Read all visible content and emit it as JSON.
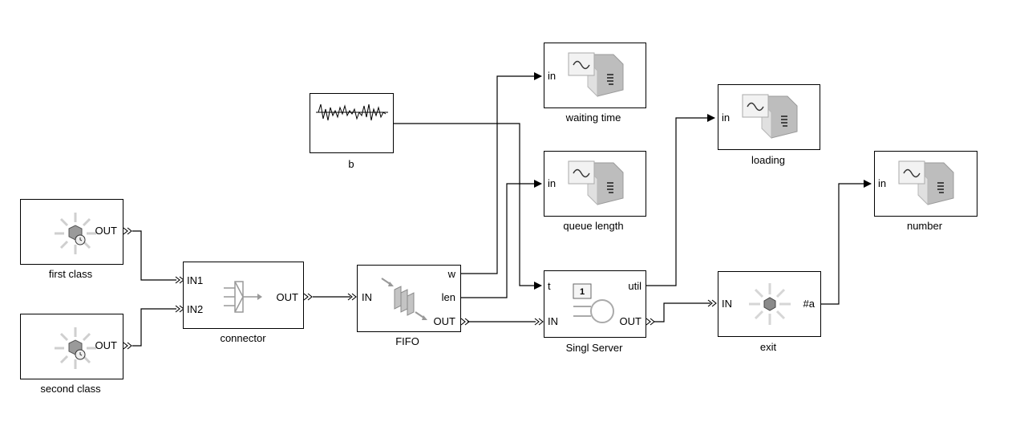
{
  "blocks": {
    "first_class": {
      "label": "first class",
      "out": "OUT"
    },
    "second_class": {
      "label": "second class",
      "out": "OUT"
    },
    "connector": {
      "label": "connector",
      "in1": "IN1",
      "in2": "IN2",
      "out": "OUT"
    },
    "fifo": {
      "label": "FIFO",
      "in": "IN",
      "w": "w",
      "len": "len",
      "out": "OUT"
    },
    "b": {
      "label": "b"
    },
    "waiting_time": {
      "label": "waiting time",
      "in": "in"
    },
    "queue_length": {
      "label": "queue length",
      "in": "in"
    },
    "server": {
      "label": "Singl Server",
      "t": "t",
      "in": "IN",
      "util": "util",
      "out": "OUT",
      "badge": "1"
    },
    "loading": {
      "label": "loading",
      "in": "in"
    },
    "exit": {
      "label": "exit",
      "in": "IN",
      "count": "#a"
    },
    "number": {
      "label": "number",
      "in": "in"
    }
  },
  "icons": {
    "generator": "entity-generator-icon",
    "path_combiner": "path-combiner-icon",
    "queue": "fifo-queue-icon",
    "noise": "signal-noise-icon",
    "scope": "scope-icon",
    "server": "single-server-icon",
    "sink": "entity-sink-icon"
  }
}
